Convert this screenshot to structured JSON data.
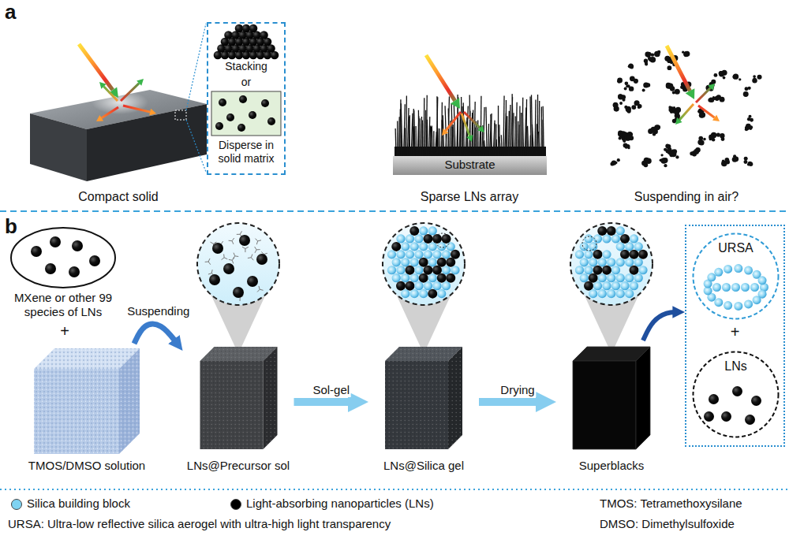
{
  "diagram": {
    "nodes": [
      {
        "text": [
          "Stacking",
          "or"
        ]
      },
      {
        "text": [
          "Disperse in solid matrix"
        ],
        "in": 0
      },
      {
        "text": [
          "Substrate"
        ]
      },
      {
        "text": [
          "MXene or other 99 species of LNs"
        ]
      },
      {
        "text": [
          "TMOS/DMSO solution"
        ]
      },
      {
        "text": [
          "LNs@Precursor sol"
        ]
      },
      {
        "text": [
          "LNs@Silica gel"
        ]
      },
      {
        "text": [
          "Superblacks"
        ]
      },
      {
        "text": [
          "+"
        ]
      },
      {
        "text": [
          "URSA"
        ],
        "in": 8
      },
      {
        "text": [
          "LNs"
        ],
        "in": 8
      }
    ],
    "edges": [
      {
        "from": 4,
        "to": 5,
        "label": "Suspending",
        "arrow": "to"
      },
      {
        "from": 5,
        "to": 6,
        "label": "Sol-gel",
        "arrow": "to"
      },
      {
        "from": 6,
        "to": 7,
        "label": "Drying",
        "arrow": "to"
      },
      {
        "from": 7,
        "to": 8,
        "arrow": "to"
      }
    ],
    "labels": [
      "a",
      "Compact solid",
      "Sparse LNs array",
      "Suspending in air?",
      "b",
      "+",
      "TMOS: Tetramethoxysilane",
      "URSA: Ultra-low reflective silica aerogel with ultra-high light transparency",
      "DMSO: Dimethylsulfoxide"
    ],
    "legend": [
      {
        "text": "Silica building block",
        "color": "#7fd3f2"
      },
      {
        "text": "Light-absorbing nanoparticles (LNs)",
        "color": "#000000"
      }
    ]
  }
}
